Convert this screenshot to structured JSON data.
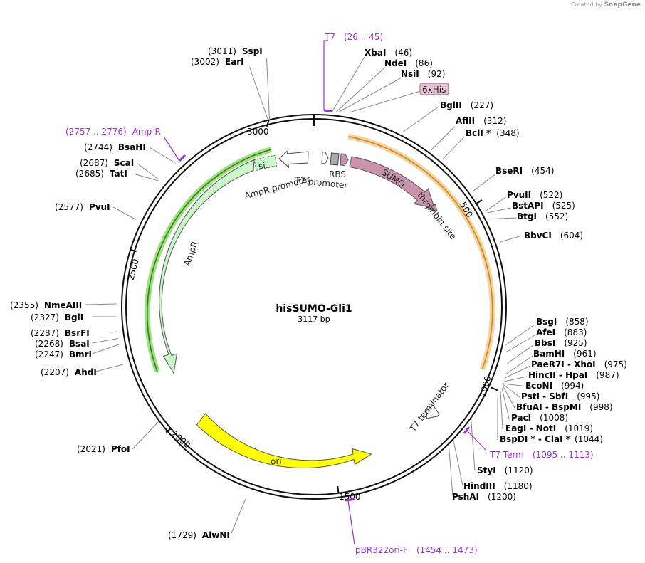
{
  "credit": {
    "created_by": "Created by",
    "brand": "SnapGene"
  },
  "plasmid": {
    "name": "hisSUMO-Gli1",
    "length_label": "3117 bp",
    "length": 3117
  },
  "ticks": [
    {
      "label": "3000",
      "pos": 3000
    },
    {
      "label": "500",
      "pos": 500
    },
    {
      "label": "1000",
      "pos": 1000
    },
    {
      "label": "1500",
      "pos": 1500
    },
    {
      "label": "2000",
      "pos": 2000
    },
    {
      "label": "2500",
      "pos": 2500
    }
  ],
  "sites": [
    {
      "name": "SspI",
      "num": "(3011)"
    },
    {
      "name": "EarI",
      "num": "(3002)"
    },
    {
      "name": "XbaI",
      "num": "(46)"
    },
    {
      "name": "NdeI",
      "num": "(86)"
    },
    {
      "name": "NsiI",
      "num": "(92)"
    },
    {
      "name": "BglII",
      "num": "(227)"
    },
    {
      "name": "AflII",
      "num": "(312)"
    },
    {
      "name": "BclI *",
      "num": "(348)"
    },
    {
      "name": "BseRI",
      "num": "(454)"
    },
    {
      "name": "PvuII",
      "num": "(522)"
    },
    {
      "name": "BstAPI",
      "num": "(525)"
    },
    {
      "name": "BtgI",
      "num": "(552)"
    },
    {
      "name": "BbvCI",
      "num": "(604)"
    },
    {
      "name": "BsgI",
      "num": "(858)"
    },
    {
      "name": "AfeI",
      "num": "(883)"
    },
    {
      "name": "BbsI",
      "num": "(925)"
    },
    {
      "name": "BamHI",
      "num": "(961)"
    },
    {
      "name": "PaeR7I - XhoI",
      "num": "(975)"
    },
    {
      "name": "HincII - HpaI",
      "num": "(987)"
    },
    {
      "name": "EcoNI",
      "num": "(994)"
    },
    {
      "name": "PstI - SbfI",
      "num": "(995)"
    },
    {
      "name": "BfuAI - BspMI",
      "num": "(998)"
    },
    {
      "name": "PacI",
      "num": "(1008)"
    },
    {
      "name": "EagI - NotI",
      "num": "(1019)"
    },
    {
      "name": "BspDI * - ClaI *",
      "num": "(1044)"
    },
    {
      "name": "StyI",
      "num": "(1120)"
    },
    {
      "name": "HindIII",
      "num": "(1180)"
    },
    {
      "name": "PshAI",
      "num": "(1200)"
    },
    {
      "name": "AlwNI",
      "num": "(1729)"
    },
    {
      "name": "PfoI",
      "num": "(2021)"
    },
    {
      "name": "AhdI",
      "num": "(2207)"
    },
    {
      "name": "BmrI",
      "num": "(2247)"
    },
    {
      "name": "BsaI",
      "num": "(2268)"
    },
    {
      "name": "BsrFI",
      "num": "(2287)"
    },
    {
      "name": "BglI",
      "num": "(2327)"
    },
    {
      "name": "NmeAIII",
      "num": "(2355)"
    },
    {
      "name": "PvuI",
      "num": "(2577)"
    },
    {
      "name": "TatI",
      "num": "(2685)"
    },
    {
      "name": "ScaI",
      "num": "(2687)"
    },
    {
      "name": "BsaHI",
      "num": "(2744)"
    }
  ],
  "primers": [
    {
      "name": "T7",
      "range": "(26 .. 45)"
    },
    {
      "name": "Amp-R",
      "range": "(2757 .. 2776)"
    },
    {
      "name": "T7 Term",
      "range": "(1095 .. 1113)"
    },
    {
      "name": "pBR322ori-F",
      "range": "(1454 .. 1473)"
    }
  ],
  "features": [
    {
      "name": "SUMO",
      "color": "#c994ab"
    },
    {
      "name": "thrombin site",
      "color": "#c994ab"
    },
    {
      "name": "6xHis",
      "color": "#e8c3d3"
    },
    {
      "name": "RBS",
      "color": "#a8acb3"
    },
    {
      "name": "T7 promoter",
      "color": "#ffffff"
    },
    {
      "name": "AmpR promoter",
      "color": "#ffffff"
    },
    {
      "name": "AmpR",
      "color": "#c9f7c9"
    },
    {
      "name": "si...",
      "color": "#c9f7c9"
    },
    {
      "name": "ori",
      "color": "#ffff00"
    },
    {
      "name": "T7 terminator",
      "color": "#ffffff"
    }
  ],
  "colors": {
    "insert_highlight": "#f7d49a",
    "selection_highlight": "#9fdf7f",
    "primer": "#9b2fd6"
  }
}
